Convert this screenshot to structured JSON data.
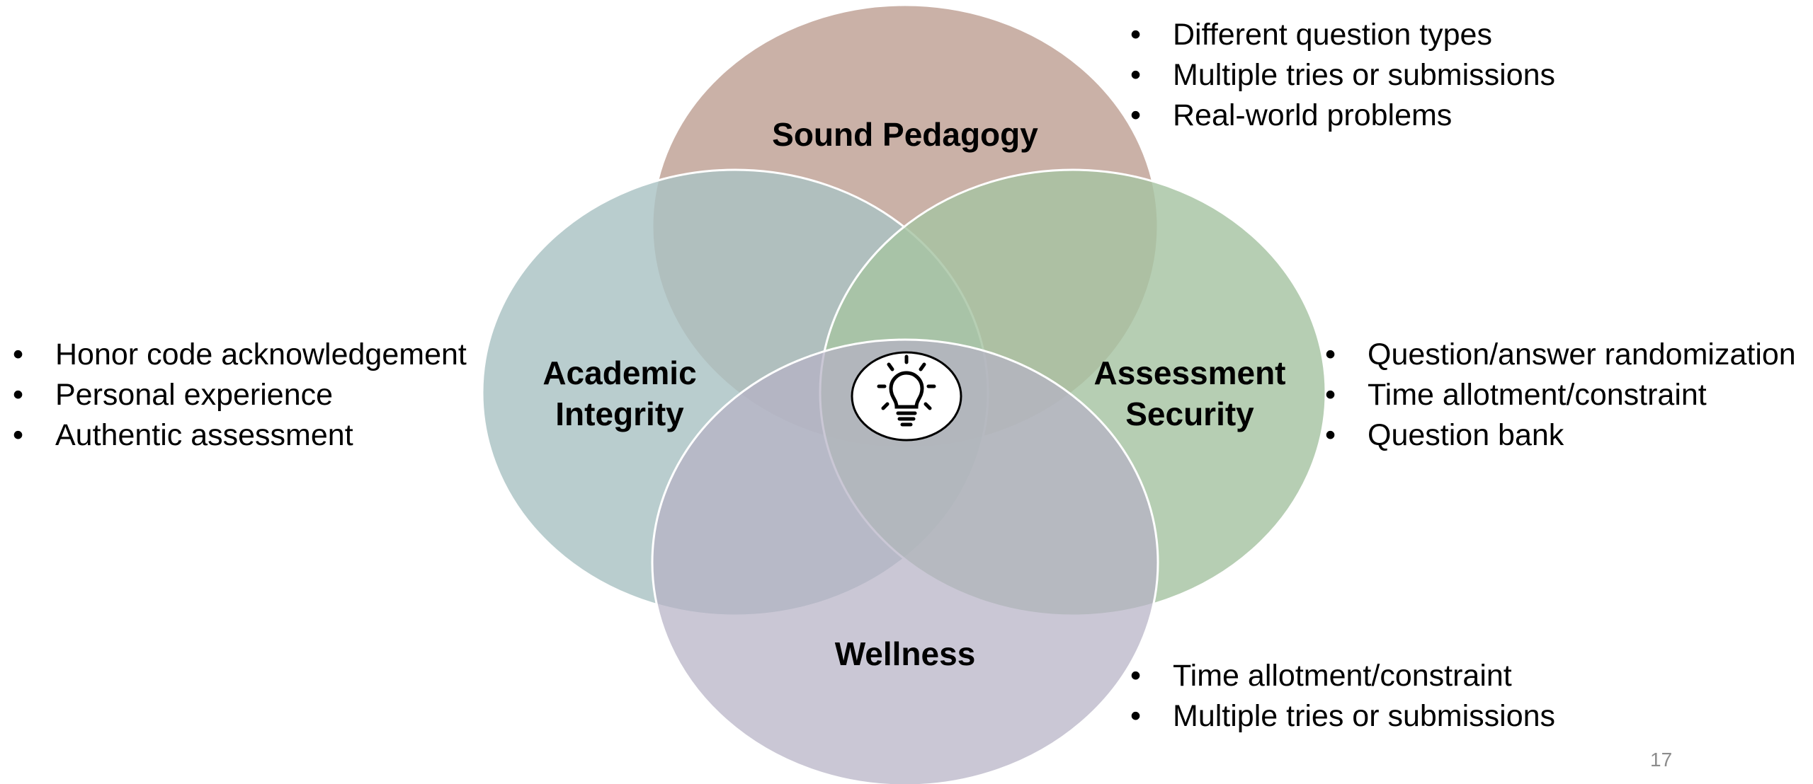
{
  "colors": {
    "sound_pedagogy": "#C4A89D",
    "academic_integrity": "#AAC2C3",
    "assessment_security": "#A6C3A2",
    "wellness": "#B5B1C5"
  },
  "circles": {
    "sound_pedagogy": {
      "label": "Sound Pedagogy"
    },
    "academic_integrity": {
      "label_line1": "Academic",
      "label_line2": "Integrity"
    },
    "assessment_security": {
      "label_line1": "Assessment",
      "label_line2": "Security"
    },
    "wellness": {
      "label": "Wellness"
    }
  },
  "center_icon": "lightbulb-icon",
  "bullets": {
    "sound_pedagogy": [
      "Different question types",
      "Multiple tries or submissions",
      "Real-world problems"
    ],
    "academic_integrity": [
      "Honor code acknowledgement",
      "Personal experience",
      "Authentic assessment"
    ],
    "assessment_security": [
      "Question/answer randomization",
      "Time allotment/constraint",
      "Question bank"
    ],
    "wellness": [
      "Time allotment/constraint",
      "Multiple tries or submissions"
    ]
  },
  "page_number": "17"
}
